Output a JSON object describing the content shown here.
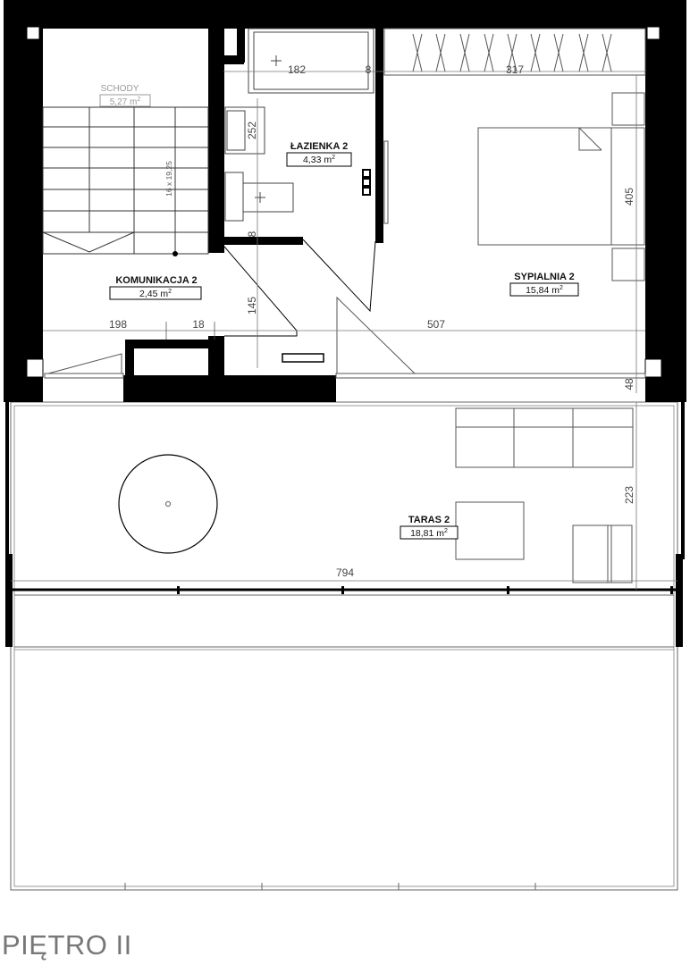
{
  "floor_label": "PIĘTRO II",
  "rooms": {
    "schody": {
      "name": "SCHODY",
      "area": "5,27 m",
      "stair_spec": "16 x 19,25"
    },
    "lazienka": {
      "name": "ŁAZIENKA 2",
      "area": "4,33 m"
    },
    "komunikacja": {
      "name": "KOMUNIKACJA 2",
      "area": "2,45 m"
    },
    "sypialnia": {
      "name": "SYPIALNIA 2",
      "area": "15,84 m"
    },
    "taras": {
      "name": "TARAS 2",
      "area": "18,81 m"
    }
  },
  "area_unit_exponent": "2",
  "dimensions": {
    "d182": "182",
    "d8_top": "8",
    "d317": "317",
    "d252": "252",
    "d8_mid": "8",
    "d405": "405",
    "d145": "145",
    "d198": "198",
    "d18": "18",
    "d507": "507",
    "d48": "48",
    "d223": "223",
    "d794": "794"
  },
  "colors": {
    "wall": "#000000",
    "line": "#555555",
    "faint": "#9a9a9a"
  }
}
